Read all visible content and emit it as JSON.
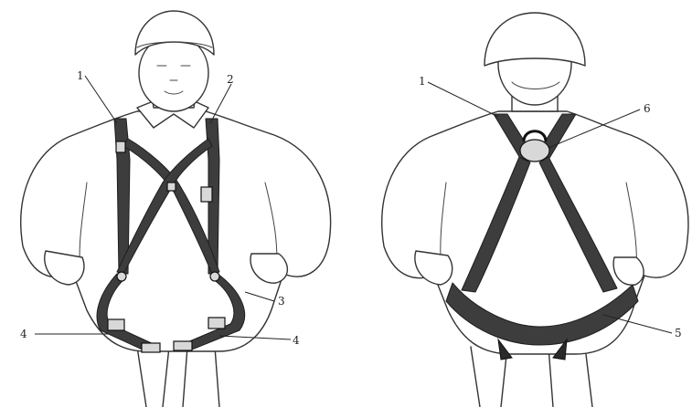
{
  "callouts": {
    "front_1": "1",
    "front_2": "2",
    "front_3": "3",
    "front_4_left": "4",
    "front_4_right": "4",
    "back_1": "1",
    "back_5": "5",
    "back_6": "6"
  }
}
